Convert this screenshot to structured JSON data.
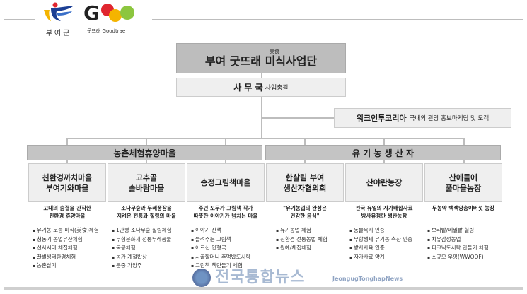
{
  "logo": {
    "county": "부여군",
    "brand": "굿뜨래 Goodtrae",
    "brand_mark": "GOOD",
    "colors": {
      "blue": "#1c3f94",
      "yellow": "#f4b400",
      "red": "#e0262f",
      "green": "#8cc63f"
    }
  },
  "top": {
    "hanja": "美食",
    "title": "부여 굿뜨래 미식사업단"
  },
  "office": {
    "name": "사 무 국",
    "role": "사업총괄"
  },
  "partner": {
    "name": "워크인투코리아",
    "role": "국내외 관광 홍보마케팅 및 모객"
  },
  "categories": [
    {
      "label": "농촌체험휴양마을"
    },
    {
      "label": "유 기 농 생 산 자"
    }
  ],
  "columns": [
    {
      "name": "친환경까치마을\n부여기와마을",
      "desc": "고대의 숨결을 간직한\n친환경 휴양마을",
      "items": [
        "유기농 토종 미식(美食)체험",
        "청동기 농업유산체험",
        "선사시대 채집체험",
        "꿀벌생태환경체험",
        "농촌살기"
      ]
    },
    {
      "name": "고추골\n솔바람마을",
      "desc": "소나무숲과 두레풍장을\n지켜온 전통과 힐링의 마을",
      "items": [
        "1만평 소나무숲 힐링체험",
        "무형문화재 전통두레풍물",
        "목공체험",
        "농가 계절밥상",
        "문중 가양주"
      ]
    },
    {
      "name": "송정그림책마을",
      "desc": "주민 모두가 그림책 작가\n따뜻한 이야기가 넘치는 마을",
      "items": [
        "이야기 산책",
        "들려주는 그림책",
        "어르신 인형극",
        "시골할머니 주먹밥도시락",
        "그림책 책만들기 체험"
      ]
    },
    {
      "name": "한살림 부여\n생산자협의회",
      "desc": "\"유기농업의 완성은\n건강한 음식\"",
      "items": [
        "유기농업 체험",
        "친환경 전통농법 체험",
        "원예/채집체험"
      ]
    },
    {
      "name": "산야란농장",
      "desc": "전국 유일의 자가배합사료\n방사유정란 생산농장",
      "items": [
        "동물복지 인증",
        "무항생제 유기농 축산 인증",
        "방사사육 인증",
        "자가사료 양계"
      ]
    },
    {
      "name": "산에들에\n풀마을농장",
      "desc": "무농약 백색양송이버섯 농장",
      "items": [
        "보리밭/메밀밭 힐링",
        "치유감성농업",
        "피크닉도시락 만들기 체험",
        "소규모 우핑(WWOOF)"
      ]
    }
  ],
  "watermark": {
    "korean": "전국통합뉴스",
    "english": "JeongugTonghapNews"
  }
}
